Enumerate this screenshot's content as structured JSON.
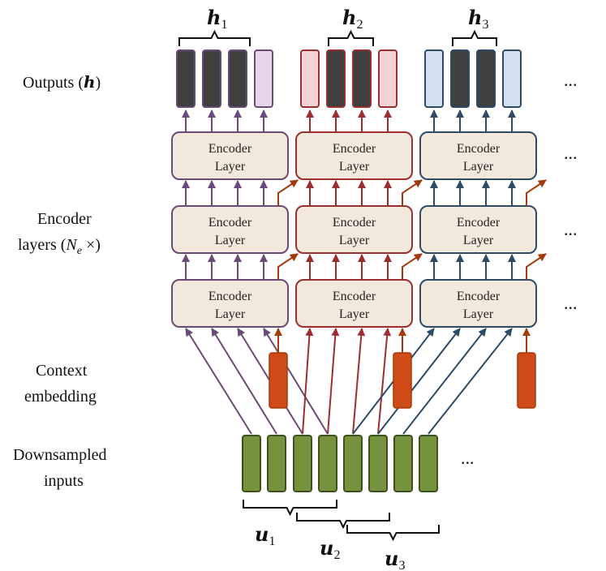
{
  "labels": {
    "outputs_prefix": "Outputs (",
    "outputs_sym": "h",
    "outputs_suffix": ")",
    "encoder_line1": "Encoder",
    "encoder_line2_prefix": "layers (",
    "encoder_line2_sym": "N",
    "encoder_line2_sub": "e",
    "encoder_line2_suffix": " ×)",
    "context_line1": "Context",
    "context_line2": "embedding",
    "down_line1": "Downsampled",
    "down_line2": "inputs"
  },
  "encoder_layer": {
    "line1": "Encoder",
    "line2": "Layer"
  },
  "ellipsis": "...",
  "h_labels": [
    {
      "sym": "h",
      "sub": "1"
    },
    {
      "sym": "h",
      "sub": "2"
    },
    {
      "sym": "h",
      "sub": "3"
    }
  ],
  "u_labels": [
    {
      "sym": "u",
      "sub": "1"
    },
    {
      "sym": "u",
      "sub": "2"
    },
    {
      "sym": "u",
      "sub": "3"
    }
  ],
  "colors": {
    "purple": "#6b4a78",
    "red": "#9b2f2f",
    "blue": "#2f4a66",
    "orange": "#a33a0c",
    "context_fill": "#cf4a17",
    "input_fill": "#77923c",
    "input_stroke": "#3e5020",
    "encoder_fill": "#f2e8dc",
    "dark_output": "#3f3f3f",
    "light_purple": "#e6d6ea",
    "light_red": "#f2d2d2",
    "light_blue": "#d3e1ee"
  }
}
